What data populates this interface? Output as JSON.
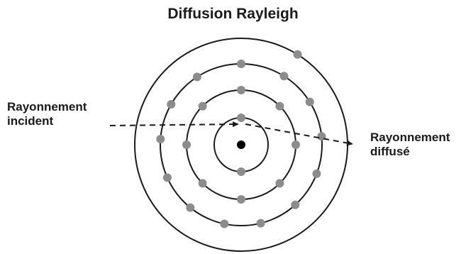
{
  "title": "Diffusion Rayleigh",
  "incident_label": {
    "line1": "Rayonnement",
    "line2": "incident"
  },
  "scattered_label": {
    "line1": "Rayonnement",
    "line2": "diffusé"
  },
  "colors": {
    "text": "#1a1a1a",
    "orbit": "#1a1a1a",
    "electron": "#8c8c8c",
    "nucleus": "#000000",
    "arrow": "#1a1a1a"
  },
  "atom": {
    "shells": [
      {
        "name": "shell-1",
        "electrons": 2
      },
      {
        "name": "shell-2",
        "electrons": 8
      },
      {
        "name": "shell-3",
        "electrons": 13
      },
      {
        "name": "shell-4",
        "electrons": 1
      }
    ]
  }
}
